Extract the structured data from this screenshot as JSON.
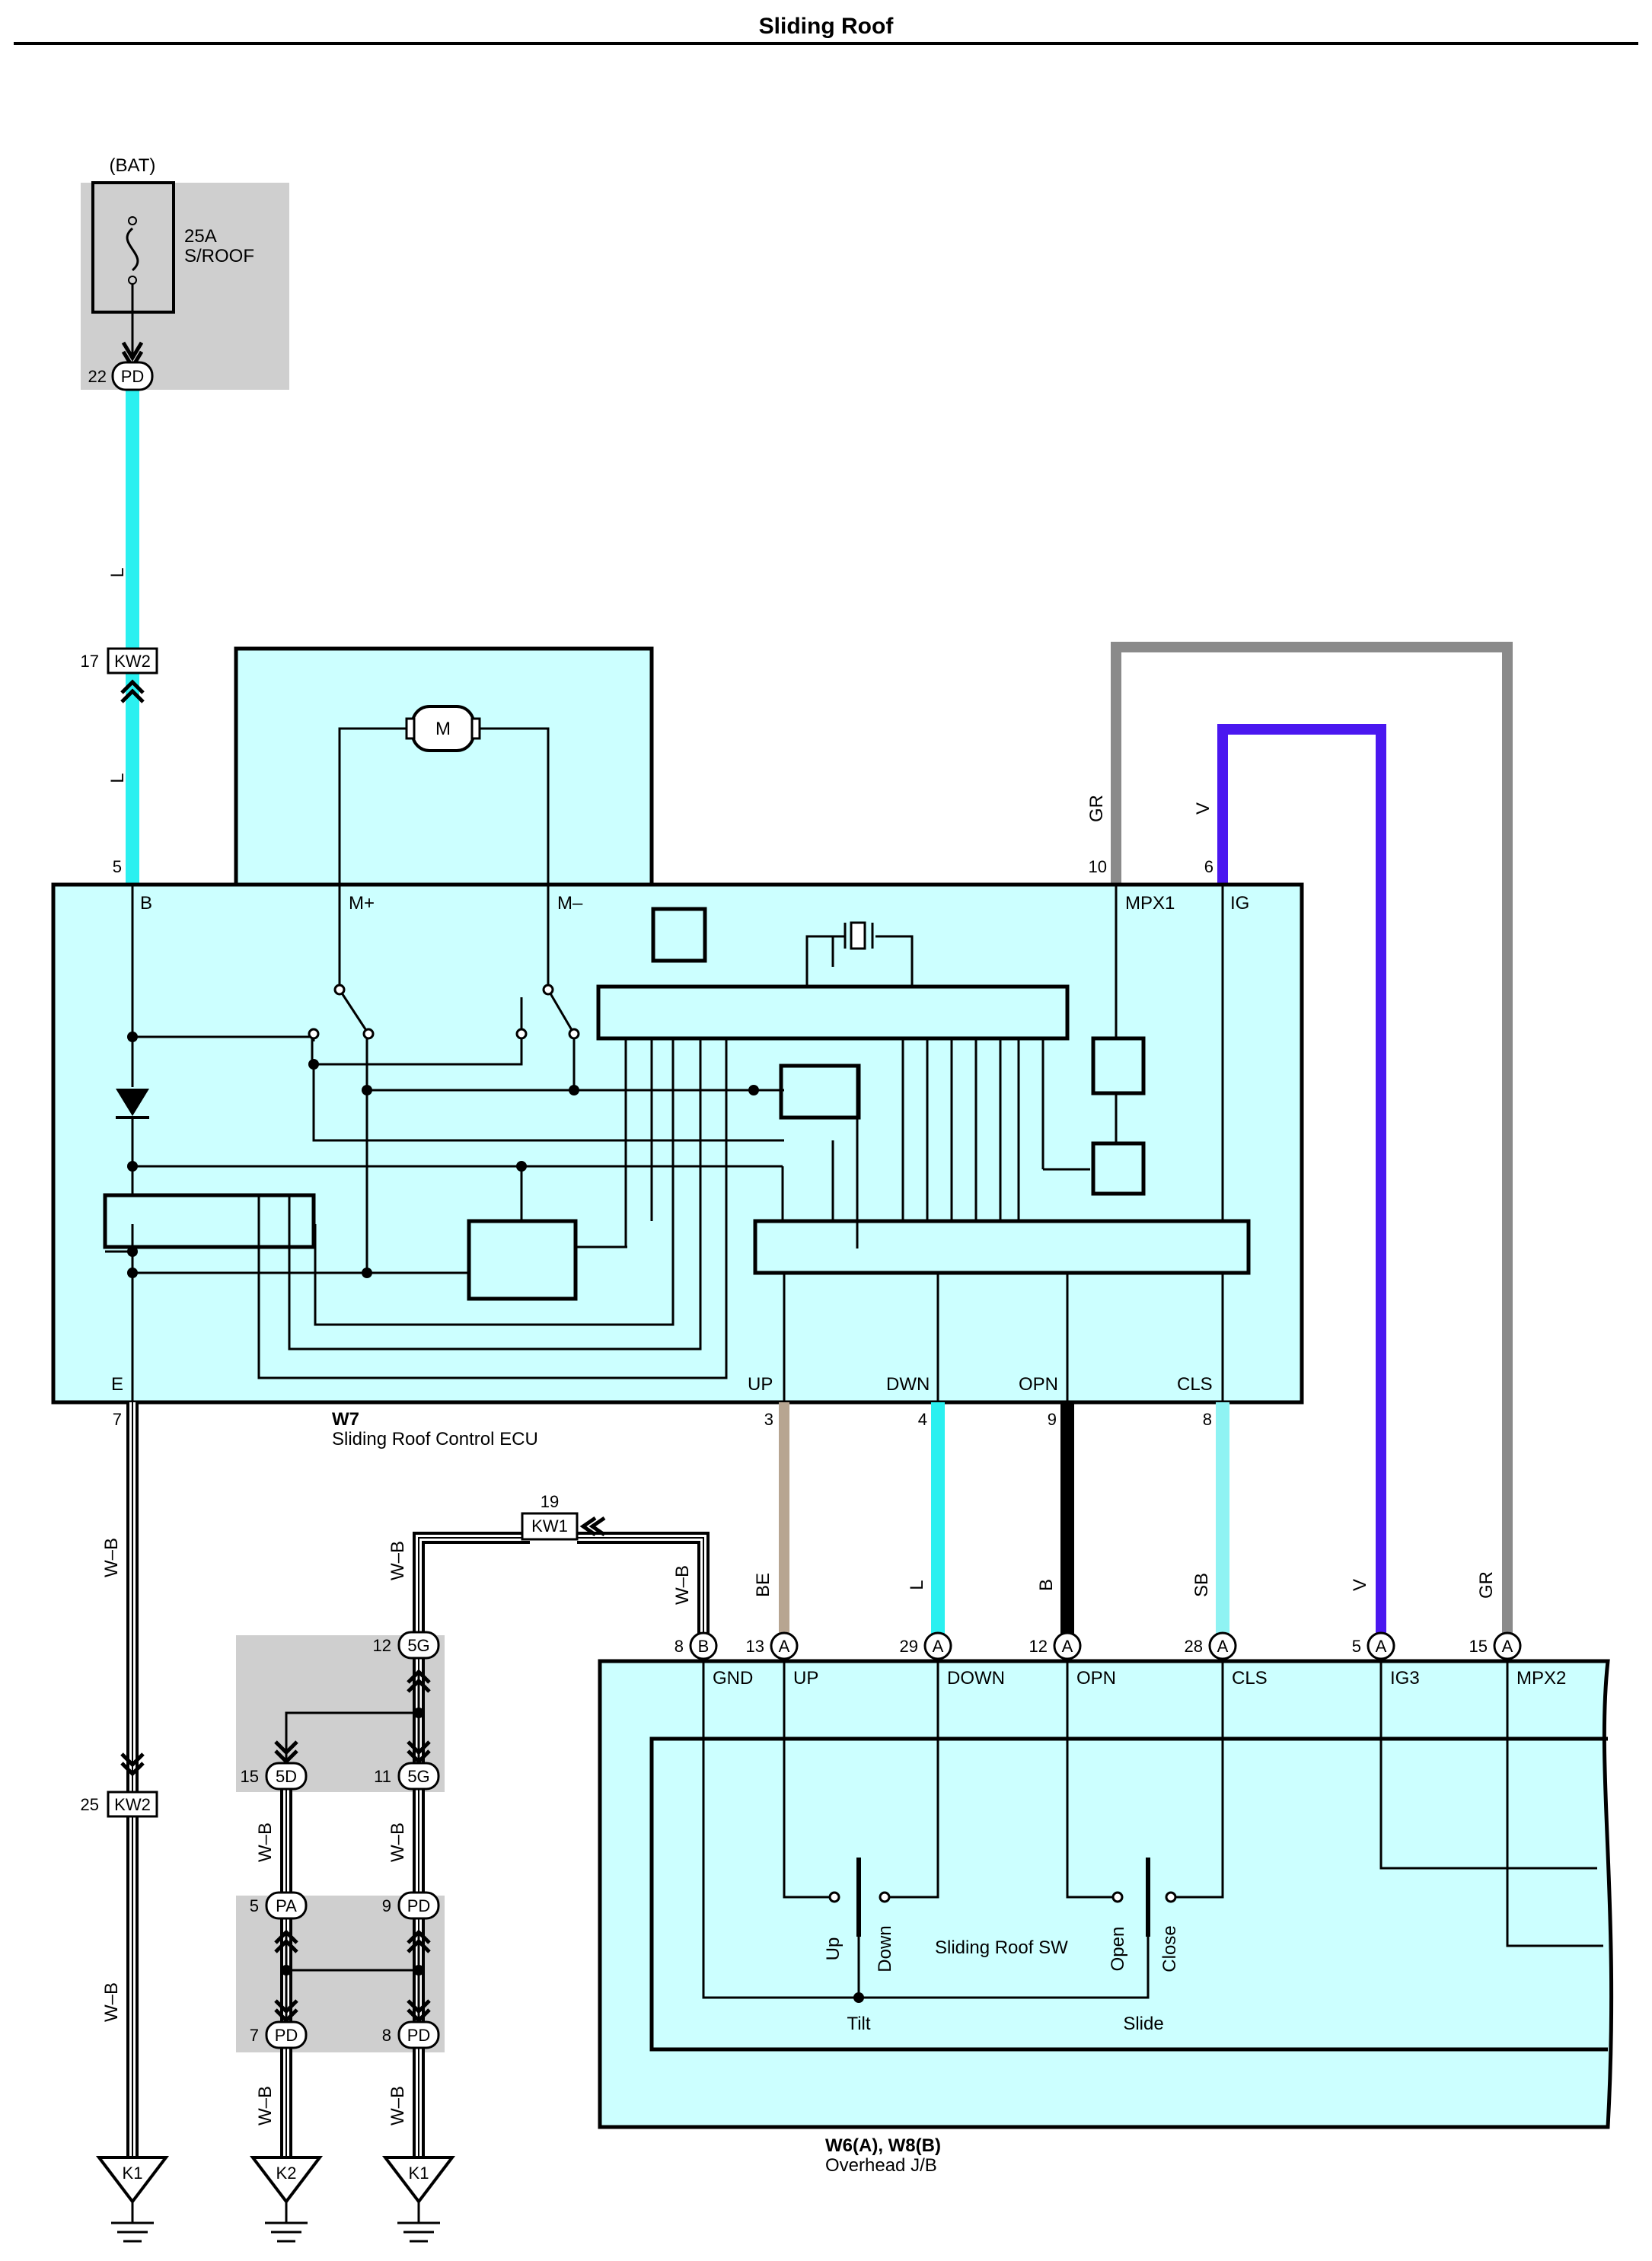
{
  "title": "Sliding Roof",
  "fuse": {
    "source": "(BAT)",
    "rating": "25A",
    "name": "S/ROOF",
    "pin": "22",
    "conn": "PD"
  },
  "wire_colors": {
    "L": "#2BF0F0",
    "SB": "#8FF3F3",
    "B": "#000000",
    "BE": "#B7A591",
    "V": "#4A17F0",
    "GR": "#8A8A8A",
    "WB": "#000000"
  },
  "box_fill": "#CCFFFF",
  "jb_fill": "#CFCFCF",
  "labels": {
    "wire_L1": "L",
    "wire_L2": "L",
    "kw2_top_pin": "17",
    "kw2_top": "KW2",
    "ecu_pin_B": "5",
    "ecu_pin_MPX1": "10",
    "ecu_pin_IG": "6",
    "wire_GR_top": "GR",
    "wire_V_top": "V",
    "motor": "M"
  },
  "ecu": {
    "id": "W7",
    "name": "Sliding Roof Control ECU",
    "terms": {
      "B": "B",
      "Mp": "M+",
      "Mm": "M–",
      "MPX1": "MPX1",
      "IG": "IG",
      "E": "E",
      "UP": "UP",
      "DWN": "DWN",
      "OPN": "OPN",
      "CLS": "CLS"
    },
    "pins": {
      "E": "7",
      "UP": "3",
      "DWN": "4",
      "OPN": "9",
      "CLS": "8"
    }
  },
  "ground_path": {
    "wire_WB1": "W–B",
    "kw2_bot_pin": "25",
    "kw2_bot": "KW2",
    "wire_WB2": "W–B",
    "ground": "K1"
  },
  "kw1": {
    "pin": "19",
    "name": "KW1"
  },
  "jb_conns": [
    {
      "pin": "12",
      "conn": "5G"
    },
    {
      "pin": "15",
      "conn": "5D"
    },
    {
      "pin": "11",
      "conn": "5G"
    },
    {
      "pin": "5",
      "conn": "PA"
    },
    {
      "pin": "9",
      "conn": "PD"
    },
    {
      "pin": "7",
      "conn": "PD"
    },
    {
      "pin": "8",
      "conn": "PD"
    }
  ],
  "jb_wires": {
    "a": "W–B",
    "b": "W–B",
    "c": "W–B",
    "d": "W–B",
    "e": "W–B",
    "f": "W–B"
  },
  "grounds": {
    "g2": "K2",
    "g3": "K1"
  },
  "overhead": {
    "id": "W6(A), W8(B)",
    "name": "Overhead J/B",
    "pins": [
      {
        "wire": "W–B",
        "num": "8",
        "conn": "B",
        "term": "GND"
      },
      {
        "wire": "BE",
        "num": "13",
        "conn": "A",
        "term": "UP"
      },
      {
        "wire": "L",
        "num": "29",
        "conn": "A",
        "term": "DOWN"
      },
      {
        "wire": "B",
        "num": "12",
        "conn": "A",
        "term": "OPN"
      },
      {
        "wire": "SB",
        "num": "28",
        "conn": "A",
        "term": "CLS"
      },
      {
        "wire": "V",
        "num": "5",
        "conn": "A",
        "term": "IG3"
      },
      {
        "wire": "GR",
        "num": "15",
        "conn": "A",
        "term": "MPX2"
      }
    ],
    "switch": {
      "name": "Sliding Roof SW",
      "up": "Up",
      "down": "Down",
      "open": "Open",
      "close": "Close",
      "tilt": "Tilt",
      "slide": "Slide"
    }
  }
}
